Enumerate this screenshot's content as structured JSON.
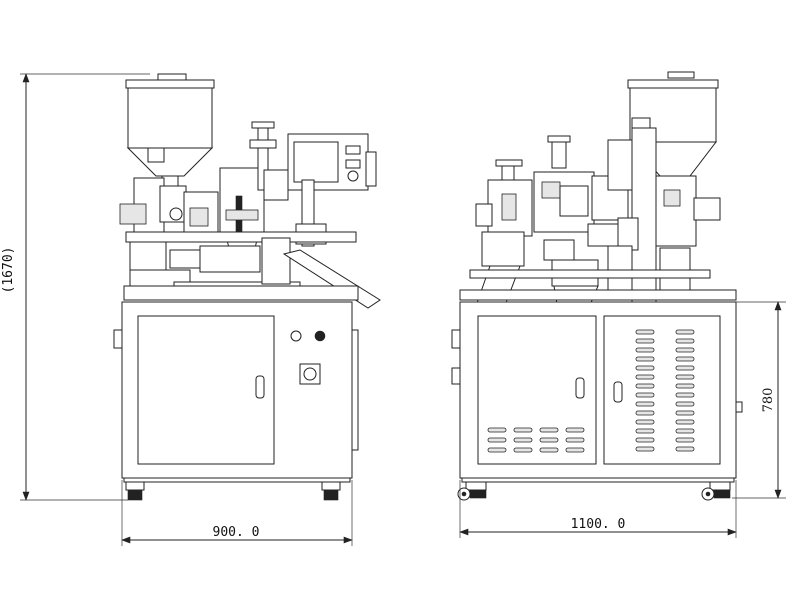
{
  "dimensions": {
    "front_width": "900. 0",
    "side_width": "1100. 0",
    "overall_height": "(1670)",
    "cabinet_height": "780"
  }
}
